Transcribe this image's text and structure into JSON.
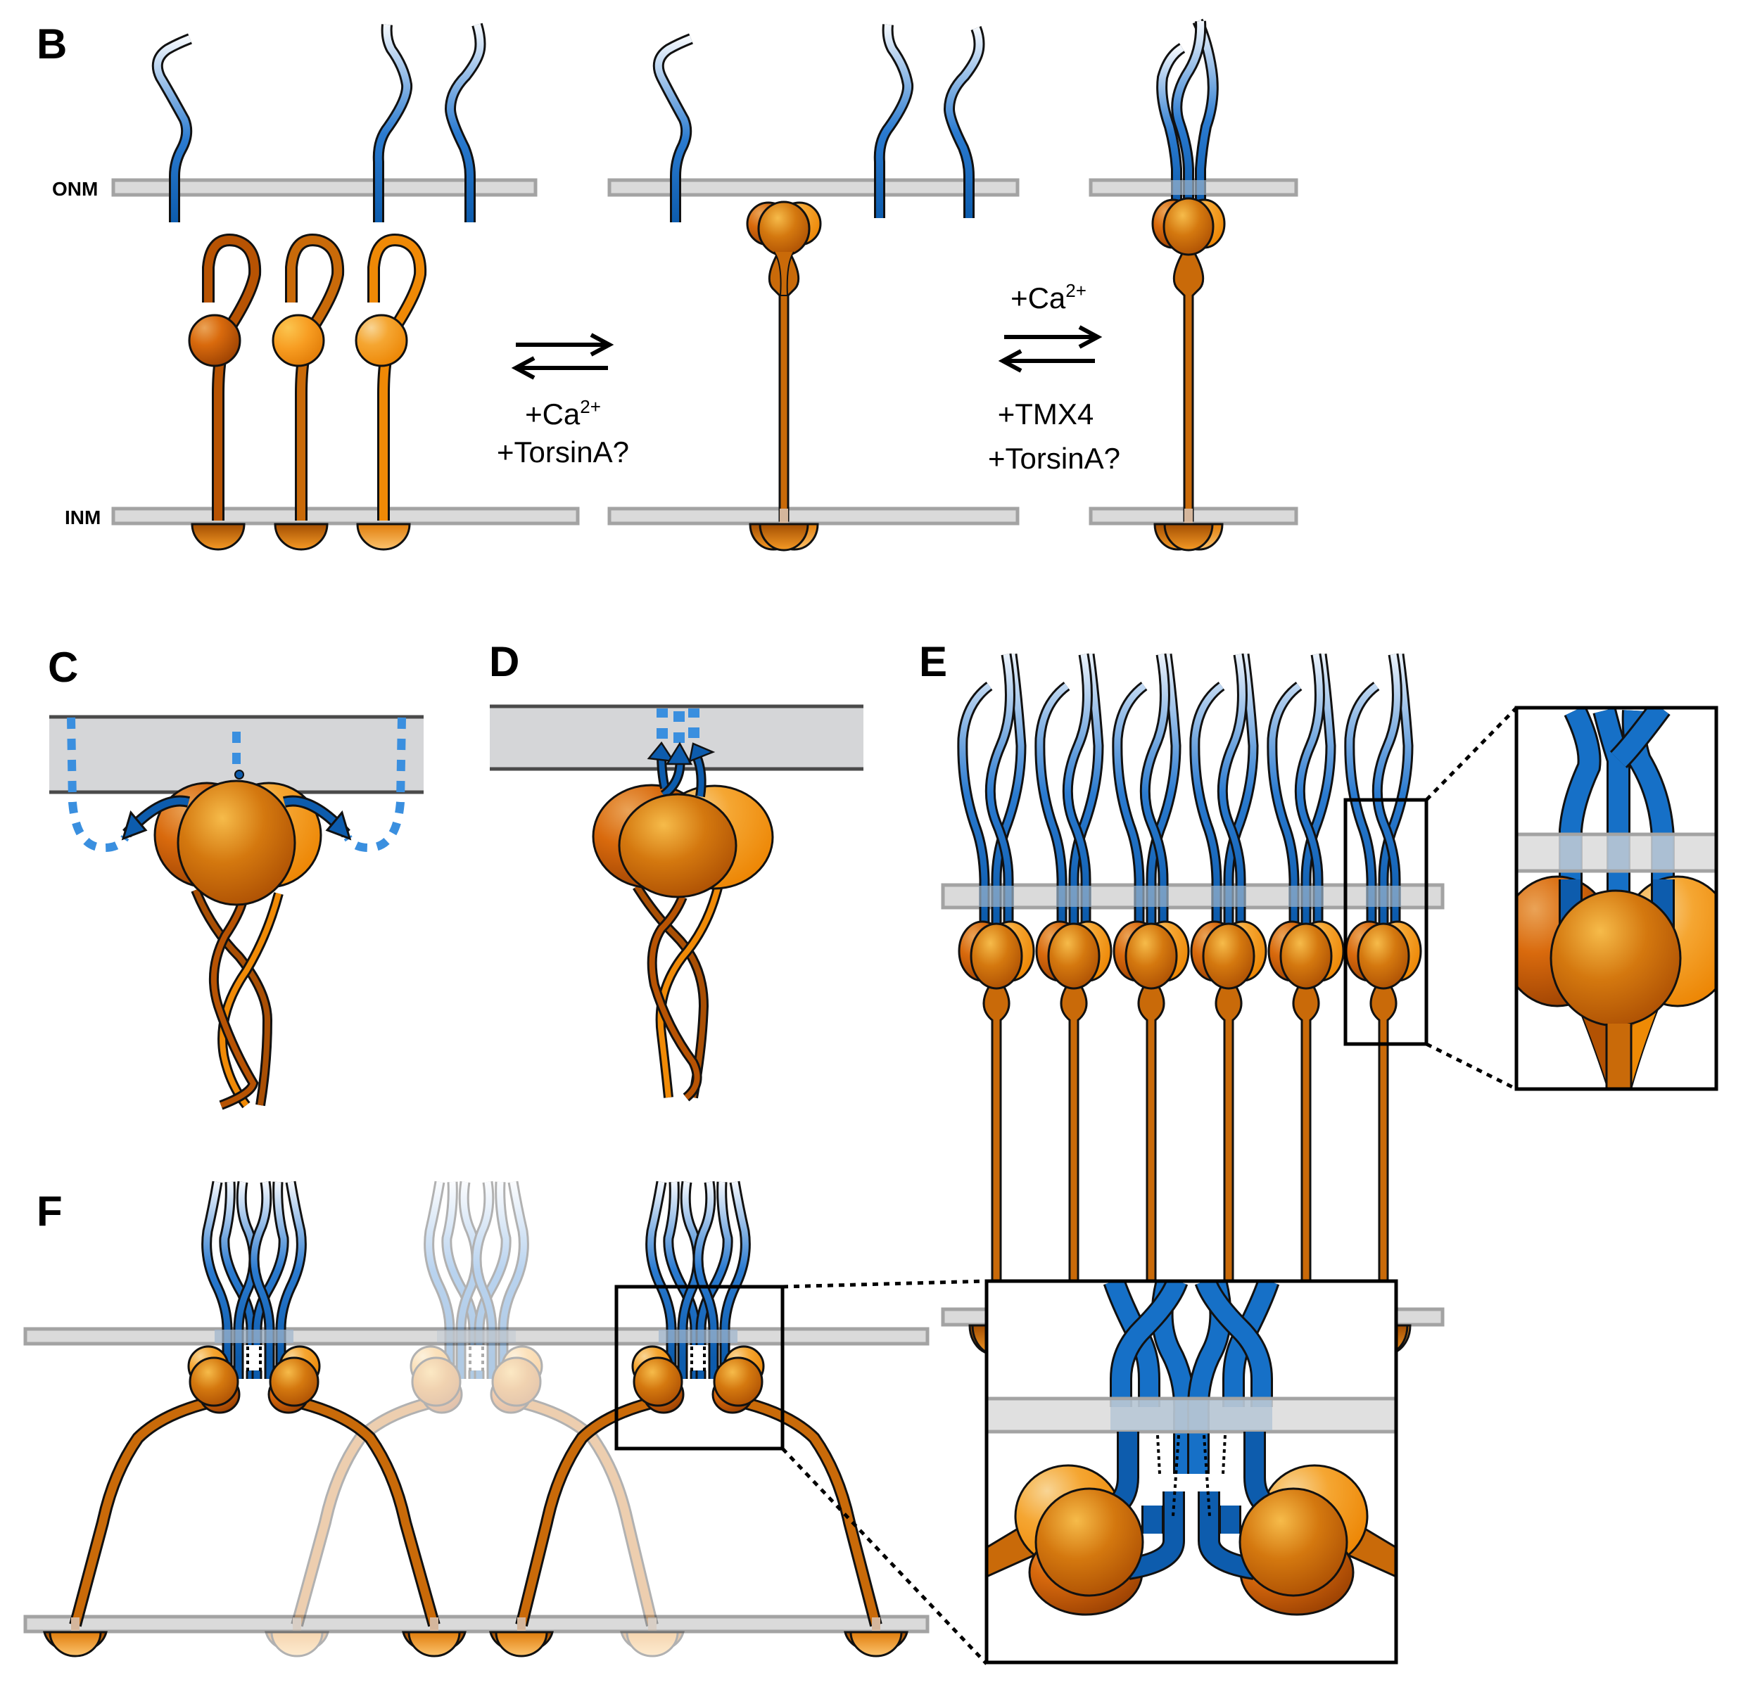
{
  "figure": {
    "panels": [
      {
        "id": "B",
        "label": "B"
      },
      {
        "id": "C",
        "label": "C"
      },
      {
        "id": "D",
        "label": "D"
      },
      {
        "id": "E",
        "label": "E"
      },
      {
        "id": "F",
        "label": "F"
      }
    ],
    "membrane_labels": {
      "outer": "ONM",
      "inner": "INM"
    },
    "transitions": [
      {
        "lines": [
          "+Ca",
          "+TorsinA?"
        ],
        "ca_superscript": "2+",
        "position": "below-arrows"
      },
      {
        "lines": [
          "+Ca",
          "+TMX4",
          "+TorsinA?"
        ],
        "ca_superscript": "2+",
        "position": "ca-above-arrows"
      }
    ],
    "colors": {
      "kash_blue": "#1565b8",
      "kash_blue_light": "#e8f1fb",
      "sun_orange": "#c8680a",
      "sun_orange_light": "#f39a28",
      "sun_orange_dark": "#a94f04",
      "membrane_fill": "#dadada",
      "membrane_edge": "#a3a3a3",
      "dotted_blue": "#3a8fdf"
    },
    "panel_B": {
      "states": [
        "monomeric SUN (autoinhibited) + free KASH",
        "SUN trimer",
        "SUN trimer bound to 3 KASH"
      ],
      "sun_monomer_count": 3,
      "kash_free_count": 3
    },
    "panel_E": {
      "linc_units": 6,
      "has_zoom_inset": true
    },
    "panel_F": {
      "linc_units": 3,
      "faded_units": 1,
      "has_zoom_inset": true
    }
  }
}
